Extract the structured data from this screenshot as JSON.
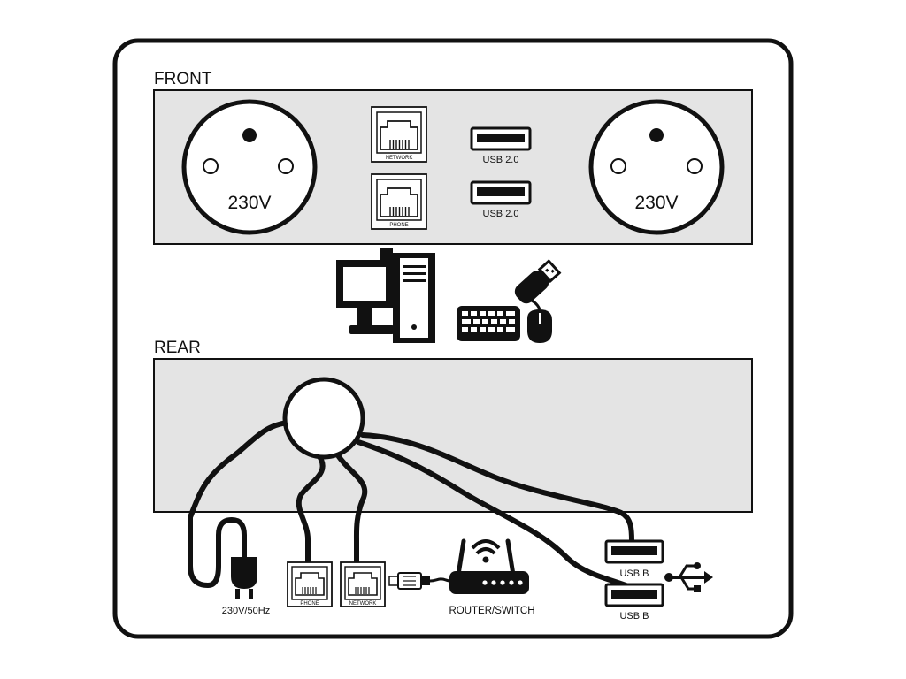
{
  "diagram": {
    "front": {
      "title": "FRONT",
      "socket_left_label": "230V",
      "socket_right_label": "230V",
      "network_jack_label": "NETWORK",
      "phone_jack_label": "PHONE",
      "usb_top_label": "USB 2.0",
      "usb_bottom_label": "USB 2.0"
    },
    "rear": {
      "title": "REAR",
      "power_plug_label": "230V/50Hz",
      "phone_jack_label": "PHONE",
      "network_jack_label": "NETWORK",
      "router_label": "ROUTER/SWITCH",
      "usb_top_label": "USB B",
      "usb_bottom_label": "USB B"
    },
    "icons": [
      "computer-icon",
      "keyboard-icon",
      "mouse-icon",
      "usb-stick-icon",
      "power-plug-icon",
      "router-icon",
      "ethernet-connector-icon",
      "usb-symbol-icon"
    ],
    "colors": {
      "outline": "#111111",
      "panel_fill": "#e4e4e4",
      "background": "#ffffff"
    }
  }
}
